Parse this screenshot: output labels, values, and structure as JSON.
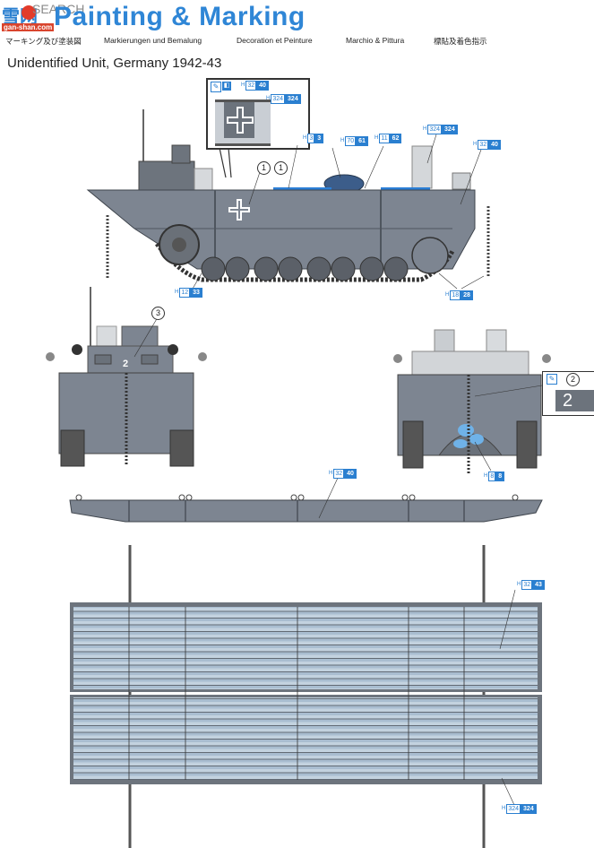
{
  "header": {
    "title": "Painting & Marking",
    "watermark": {
      "chinese": "雪网",
      "site": "gan-shan.com",
      "search": "SEARCH"
    },
    "languages": [
      "マーキング及び塗装図",
      "Markierungen und Bemalung",
      "Decoration et Peinture",
      "Marchio & Pittura",
      "標貼及着色指示"
    ],
    "subtitle": "Unidentified Unit, Germany 1942-43"
  },
  "colors": {
    "accent": "#2f86d6",
    "code_blue": "#2a7fd0",
    "hull_grey": "#7d8591",
    "hull_dark": "#4e555e",
    "deck_blue": "#2b7fd6",
    "plank_blue": "#b8c9d9"
  },
  "icons": [
    "brush-icon",
    "decal-icon"
  ],
  "side_view": {
    "inset": {
      "icons": [
        "brush-icon",
        "decal-icon"
      ],
      "codes": [
        {
          "prefix": "H",
          "a": "32",
          "b": "40"
        },
        {
          "prefix": "H",
          "a": "324",
          "b": "324"
        }
      ]
    },
    "decal_refs": [
      "1",
      "1"
    ],
    "codes": [
      {
        "prefix": "H",
        "a": "3",
        "b": "3"
      },
      {
        "prefix": "H",
        "a": "70",
        "b": "61"
      },
      {
        "prefix": "H",
        "a": "11",
        "b": "62"
      },
      {
        "prefix": "H",
        "a": "324",
        "b": "324"
      },
      {
        "prefix": "H",
        "a": "32",
        "b": "40"
      },
      {
        "prefix": "H",
        "a": "12",
        "b": "33"
      },
      {
        "prefix": "H",
        "a": "18",
        "b": "28"
      }
    ]
  },
  "front_view": {
    "decal_ref": "3",
    "marking_number": "2"
  },
  "rear_view": {
    "decal_ref": "2",
    "marking_number": "2",
    "codes": [
      {
        "prefix": "H",
        "a": "8",
        "b": "8"
      }
    ]
  },
  "pontoon_side": {
    "codes": [
      {
        "prefix": "H",
        "a": "32",
        "b": "40"
      }
    ]
  },
  "pontoon_top": {
    "codes": [
      {
        "prefix": "H",
        "a": "32",
        "b": "43"
      },
      {
        "prefix": "H",
        "a": "324",
        "b": "324"
      }
    ]
  }
}
